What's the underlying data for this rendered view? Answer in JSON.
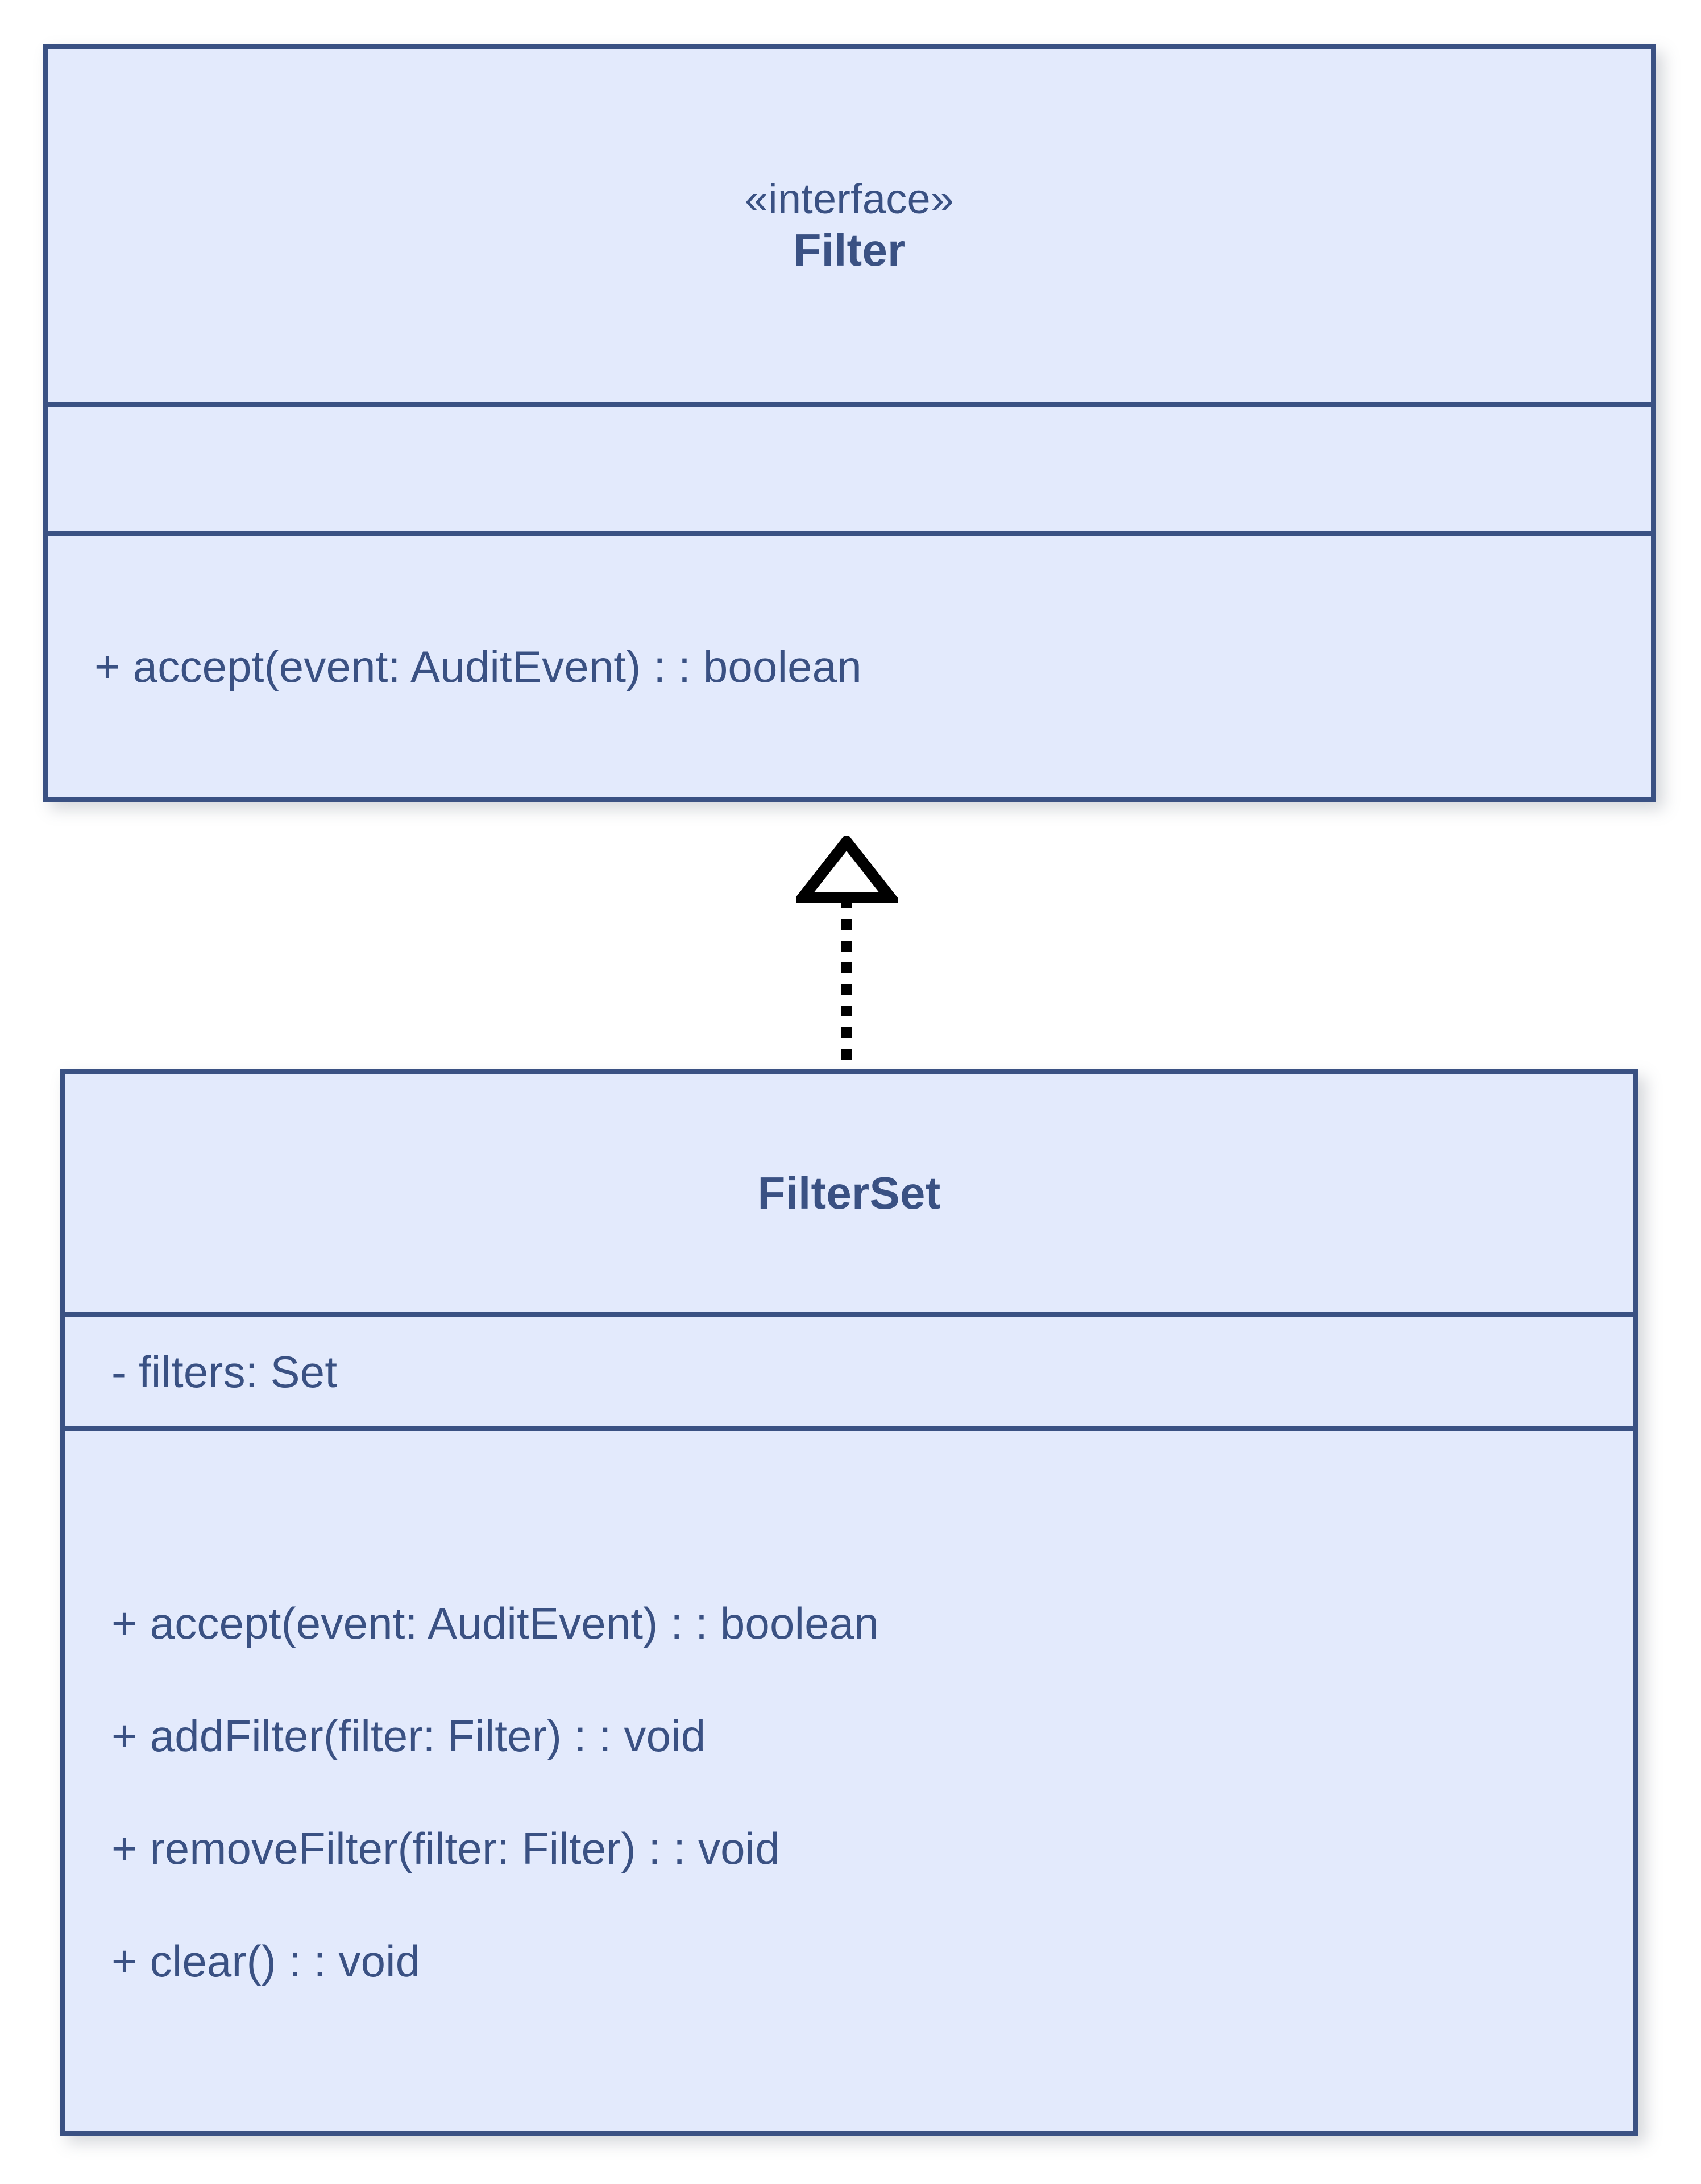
{
  "diagram": {
    "type": "uml-class-diagram",
    "background_color": "#ffffff",
    "class_fill_color": "#e3eafc",
    "class_border_color": "#3a5183",
    "text_color": "#3a5183",
    "connector_color": "#000000"
  },
  "classes": [
    {
      "id": "filter",
      "stereotype": "«interface»",
      "name": "Filter",
      "attributes": [],
      "methods": [
        "+ accept(event: AuditEvent) : : boolean"
      ]
    },
    {
      "id": "filterset",
      "stereotype": "",
      "name": "FilterSet",
      "attributes": [
        "- filters: Set"
      ],
      "methods": [
        "+ accept(event: AuditEvent) : : boolean",
        "+ addFilter(filter: Filter) : : void",
        "+ removeFilter(filter: Filter) : : void",
        "+ clear() : : void"
      ]
    }
  ],
  "relationships": [
    {
      "id": "realization",
      "kind": "realization",
      "line_style": "dashed",
      "arrowhead": "hollow-triangle",
      "source": "FilterSet",
      "target": "Filter",
      "label": ""
    }
  ]
}
